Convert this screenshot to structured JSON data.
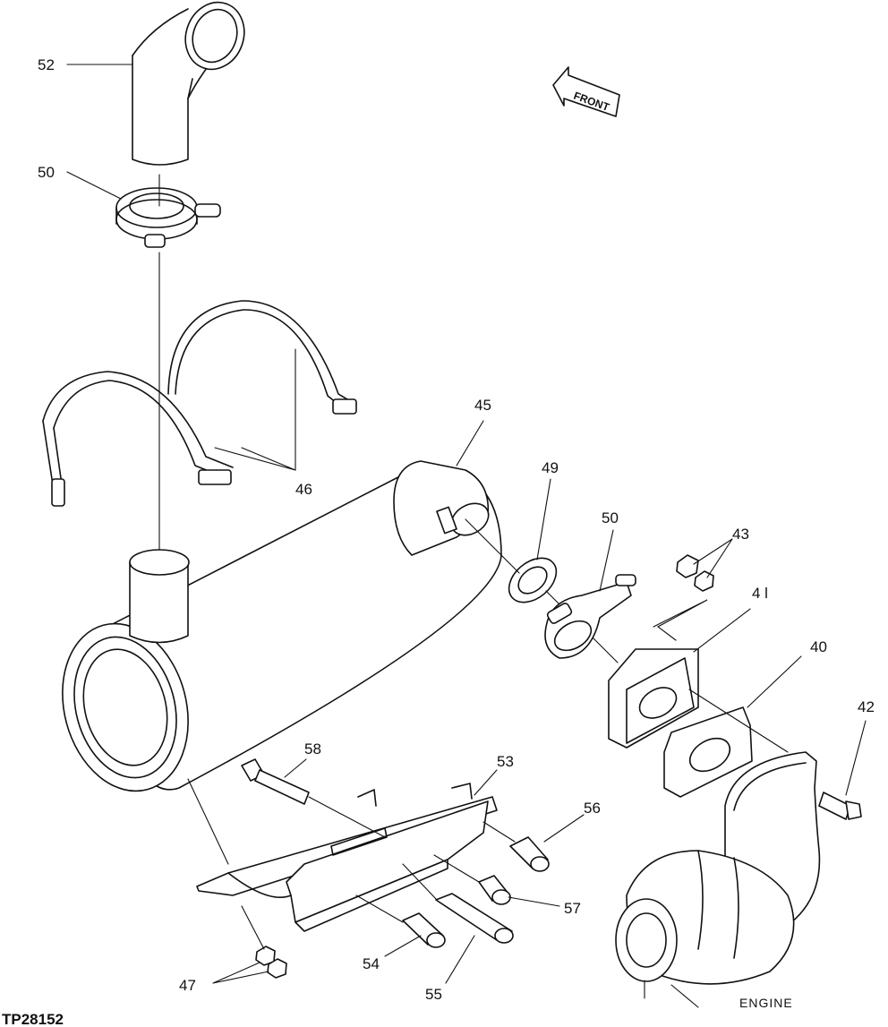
{
  "drawing_code": "TP28152",
  "engine_label": "ENGINE",
  "front_label": "FRONT",
  "callouts": {
    "c52": "52",
    "c50_top": "50",
    "c45": "45",
    "c46": "46",
    "c49": "49",
    "c50_side": "50",
    "c43": "43",
    "c41": "4 l",
    "c40": "40",
    "c42": "42",
    "c58": "58",
    "c53": "53",
    "c56": "56",
    "c57": "57",
    "c54": "54",
    "c55": "55",
    "c47": "47"
  }
}
